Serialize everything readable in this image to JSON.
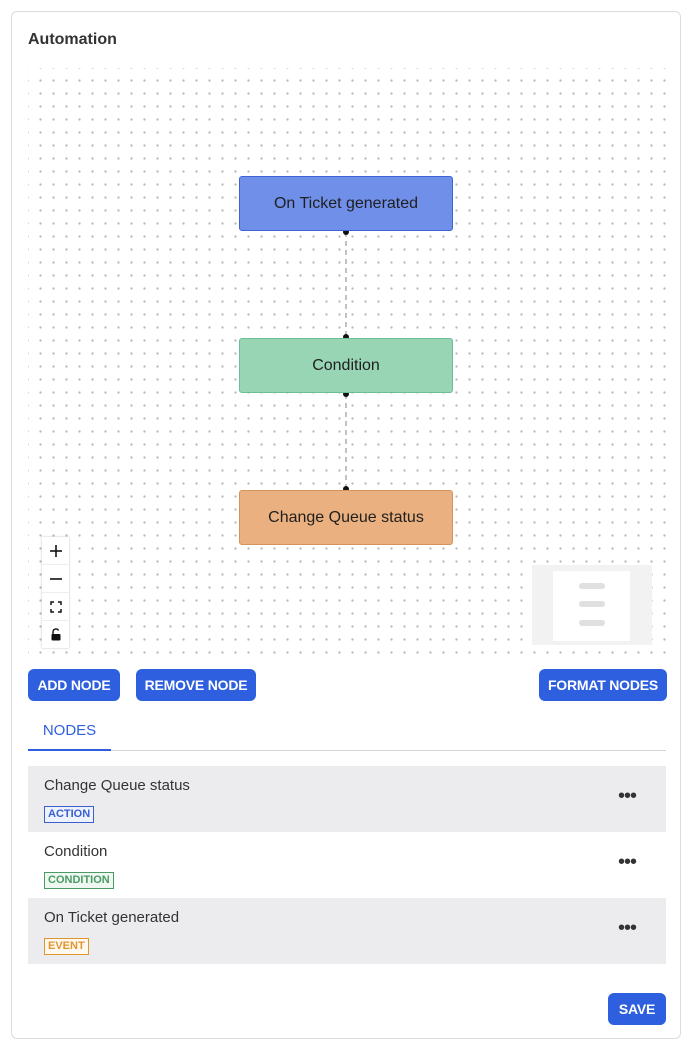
{
  "card": {
    "title": "Automation"
  },
  "canvas": {
    "nodes": {
      "event": {
        "label": "On Ticket generated",
        "color": "#6f8fe9"
      },
      "condition": {
        "label": "Condition",
        "color": "#97d5b5"
      },
      "action": {
        "label": "Change Queue status",
        "color": "#ebb07f"
      }
    },
    "controls": {
      "zoom_in": "+",
      "zoom_out": "−",
      "fit_view": "⛶",
      "lock": "🔓"
    },
    "icons": [
      "plus-icon",
      "minus-icon",
      "fit-view-icon",
      "lock-icon"
    ]
  },
  "toolbar": {
    "add_label": "ADD NODE",
    "remove_label": "REMOVE NODE",
    "format_label": "FORMAT NODES"
  },
  "tabs": [
    {
      "label": "NODES",
      "active": true
    }
  ],
  "node_list": [
    {
      "title": "Change Queue status",
      "badge": "ACTION"
    },
    {
      "title": "Condition",
      "badge": "CONDITION"
    },
    {
      "title": "On Ticket generated",
      "badge": "EVENT"
    }
  ],
  "more_label": "•••",
  "footer": {
    "save_label": "SAVE"
  },
  "colors": {
    "accent": "#2e5fde",
    "action": "#3a5fcf",
    "condition": "#4b9a66",
    "event": "#e0962f"
  }
}
